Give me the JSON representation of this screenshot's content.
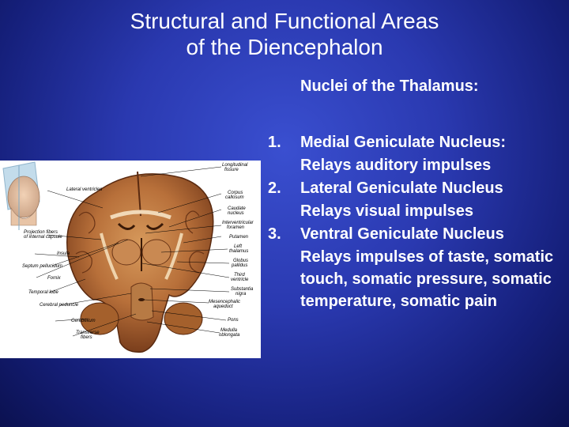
{
  "slide": {
    "title_line1": "Structural and Functional Areas",
    "title_line2": "of the Diencephalon",
    "subtitle": "Nuclei of the Thalamus:",
    "items": [
      {
        "num": "1.",
        "name": "Medial Geniculate Nucleus:",
        "detail": "Relays auditory impulses"
      },
      {
        "num": "2.",
        "name": "Lateral Geniculate Nucleus",
        "detail": "Relays visual impulses"
      },
      {
        "num": "3.",
        "name": "Ventral Geniculate Nucleus",
        "detail": "Relays impulses of taste, somatic touch, somatic pressure, somatic temperature, somatic pain"
      }
    ]
  },
  "figure": {
    "labels": {
      "lateral_ventricles": "Lateral ventricles",
      "projection_fibers": "Projection fibers",
      "of_internal_capsule": "of internal capsule",
      "insula": "Insula",
      "septum_pellucidum": "Septum pellucidum",
      "fornix": "Fornix",
      "temporal_lobe": "Temporal lobe",
      "cerebral_peduncle": "Cerebral peduncle",
      "cerebellum": "Cerebellum",
      "transverse": "Transverse",
      "fibers": "fibers",
      "longitudinal": "Longitudinal",
      "fissure": "fissure",
      "corpus": "Corpus",
      "callosum": "callosum",
      "caudate": "Caudate",
      "nucleus": "nucleus",
      "interventricular": "Interventricular",
      "foramen": "foramen",
      "putamen": "Putamen",
      "left": "Left",
      "thalamus": "thalamus",
      "globus": "Globus",
      "pallidus": "pallidus",
      "third": "Third",
      "ventricle": "ventricle",
      "substantia": "Substantia",
      "nigra": "nigra",
      "mesencephalic": "Mesencephalic",
      "aqueduct": "aqueduct",
      "pons": "Pons",
      "medulla": "Medulla",
      "oblongata": "oblongata"
    }
  }
}
